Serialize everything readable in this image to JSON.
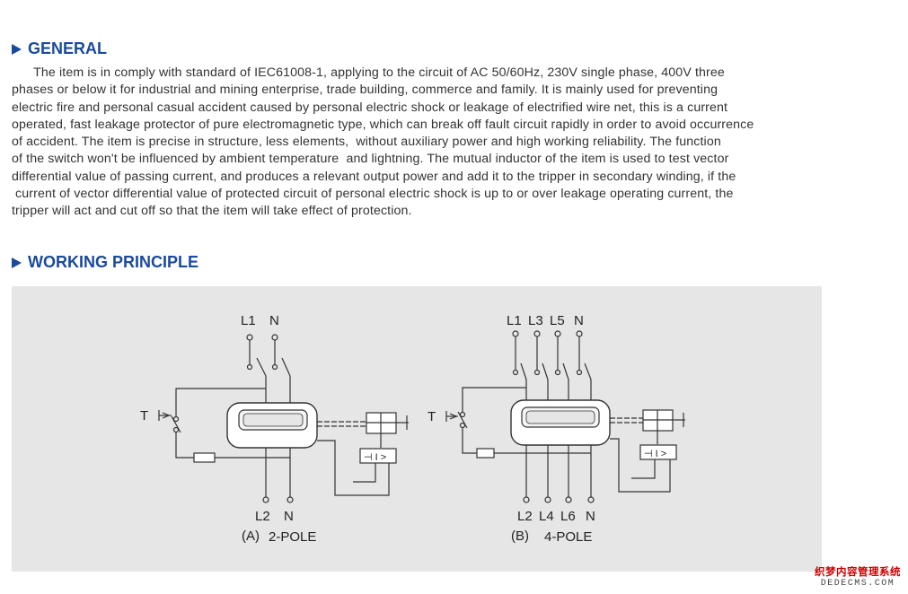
{
  "general": {
    "heading": "GENERAL",
    "lines": [
      "      The item is in comply with standard of IEC61008-1, applying to the circuit of AC 50/60Hz, 230V single phase, 400V three",
      "phases or below it for industrial and mining enterprise, trade building, commerce and family. It is mainly used for preventing",
      "electric fire and personal casual accident caused by personal electric shock or leakage of electrified wire net, this is a current",
      "operated, fast leakage protector of pure electromagnetic type, which can break off fault circuit rapidly in order to avoid occurrence",
      "of accident. The item is precise in structure, less elements,  without auxiliary power and high working reliability. The function",
      "of the switch won't be influenced by ambient temperature  and lightning. The mutual inductor of the item is used to test vector",
      "differential value of passing current, and produces a relevant output power and add it to the tripper in secondary winding, if the",
      " current of vector differential value of protected circuit of personal electric shock is up to or over leakage operating current, the",
      "tripper will act and cut off so that the item will take effect of protection."
    ]
  },
  "working": {
    "heading": "WORKING PRINCIPLE",
    "diagram_a": {
      "top_labels": [
        "L1",
        "N"
      ],
      "bottom_labels": [
        "L2",
        "N"
      ],
      "test_label": "T",
      "caption_letter": "(A)",
      "caption": "2-POLE",
      "tripper_symbol": "⊣ I >"
    },
    "diagram_b": {
      "top_labels": [
        "L1",
        "L3",
        "L5",
        "N"
      ],
      "bottom_labels": [
        "L2",
        "L4",
        "L6",
        "N"
      ],
      "test_label": "T",
      "caption_letter": "(B)",
      "caption": "4-POLE",
      "tripper_symbol": "⊣ I >"
    }
  },
  "watermark": {
    "line1": "织梦内容管理系统",
    "line2": "DEDECMS.COM"
  }
}
